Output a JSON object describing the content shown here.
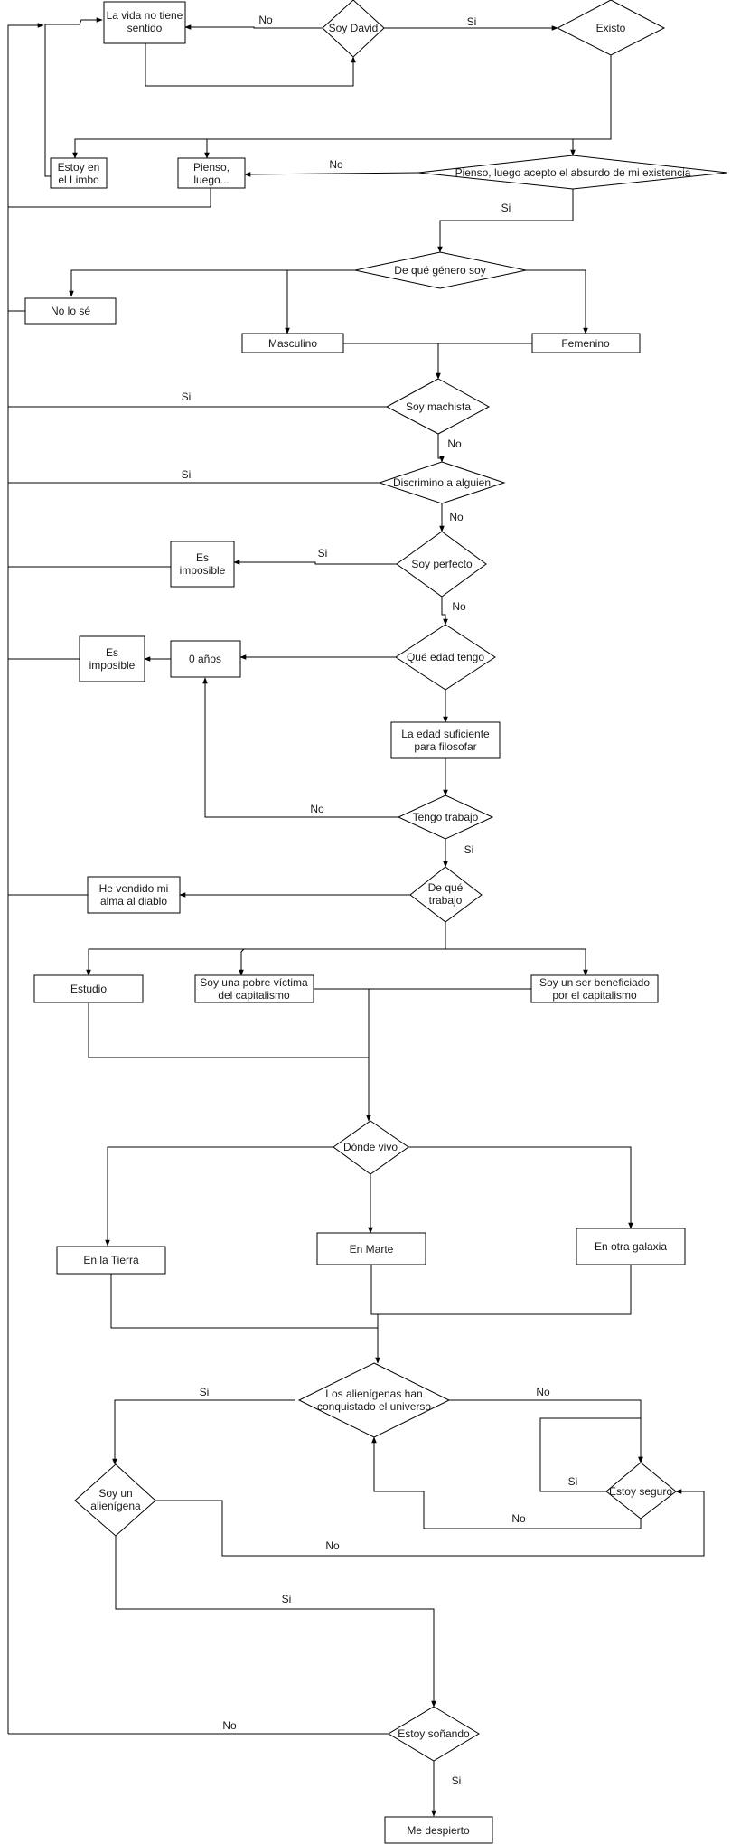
{
  "nodes": {
    "vida_sin_sentido": [
      "La vida no tiene",
      "sentido"
    ],
    "soy_david": [
      "Soy David"
    ],
    "existo": [
      "Existo"
    ],
    "limbo": [
      "Estoy en",
      "el Limbo"
    ],
    "pienso_luego": [
      "Pienso,",
      "luego..."
    ],
    "acepto_absurdo": [
      "Pienso, luego acepto el absurdo de mi existencia"
    ],
    "genero": [
      "De qué género soy"
    ],
    "no_lo_se": [
      "No lo sé"
    ],
    "masculino": [
      "Masculino"
    ],
    "femenino": [
      "Femenino"
    ],
    "machista": [
      "Soy machista"
    ],
    "discrimino": [
      "Discrimino a alguien"
    ],
    "perfecto": [
      "Soy perfecto"
    ],
    "imposible_1": [
      "Es",
      "imposible"
    ],
    "edad": [
      "Qué edad tengo"
    ],
    "cero_anos": [
      "0 años"
    ],
    "imposible_2": [
      "Es",
      "imposible"
    ],
    "edad_suficiente": [
      "La edad suficiente",
      "para filosofar"
    ],
    "trabajo": [
      "Tengo trabajo"
    ],
    "que_trabajo": [
      "De qué",
      "trabajo"
    ],
    "alma_diablo": [
      "He vendido mi",
      "alma al diablo"
    ],
    "estudio": [
      "Estudio"
    ],
    "victima": [
      "Soy una pobre víctima",
      "del capitalismo"
    ],
    "beneficiado": [
      "Soy un ser beneficiado",
      "por el capitalismo"
    ],
    "donde_vivo": [
      "Dónde vivo"
    ],
    "tierra": [
      "En la Tierra"
    ],
    "marte": [
      "En Marte"
    ],
    "otra_galaxia": [
      "En otra galaxia"
    ],
    "alienigenas": [
      "Los alienígenas han",
      "conquistado el universo"
    ],
    "soy_alienigena": [
      "Soy un",
      "alienígena"
    ],
    "estoy_seguro": [
      "Estoy seguro"
    ],
    "sonando": [
      "Estoy soñando"
    ],
    "despierto": [
      "Me despierto"
    ]
  },
  "edge_labels": {
    "david_no": "No",
    "david_si": "Si",
    "absurdo_no": "No",
    "absurdo_si": "Si",
    "machista_si": "Si",
    "machista_no": "No",
    "discrimino_si": "Si",
    "discrimino_no": "No",
    "perfecto_si": "Si",
    "perfecto_no": "No",
    "trabajo_no": "No",
    "trabajo_si": "Si",
    "alien_si": "Si",
    "alien_no": "No",
    "seguro_si": "Si",
    "seguro_no": "No",
    "soy_alien_no": "No",
    "soy_alien_si": "Si",
    "sonando_no": "No",
    "sonando_si": "Si"
  }
}
